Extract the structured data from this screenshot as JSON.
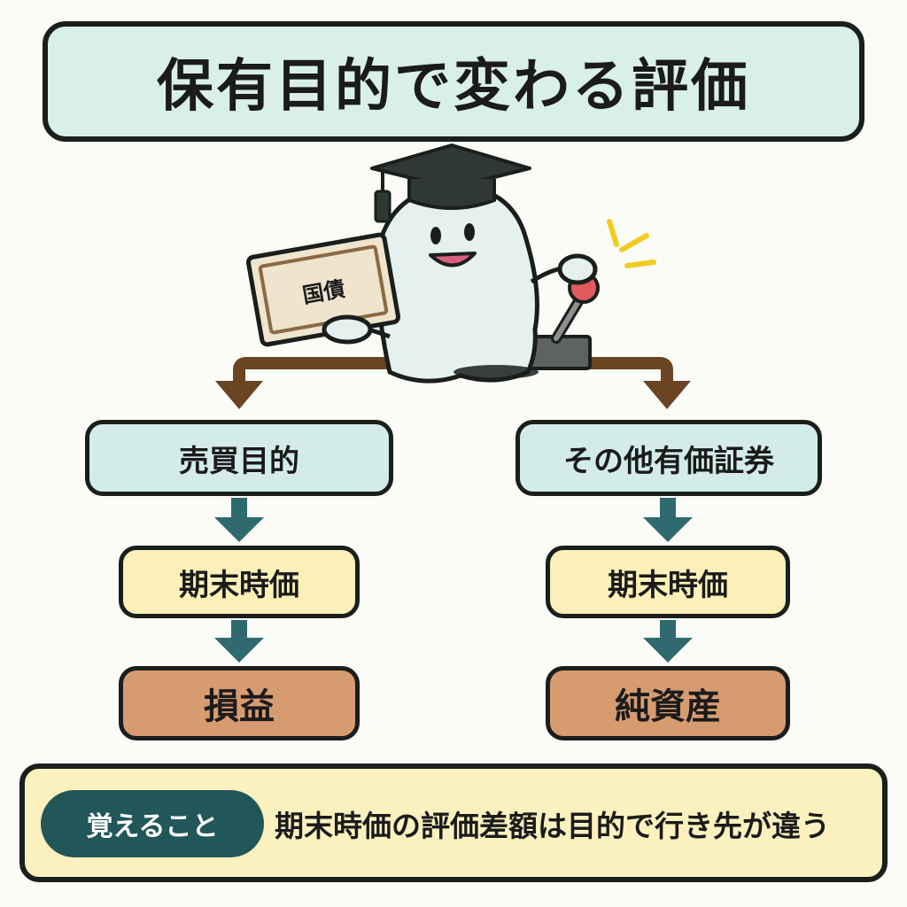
{
  "title": "保有目的で変わる評価",
  "illustration": {
    "bond_label": "国債",
    "character": "ghost-mascot-with-graduation-cap",
    "icons": [
      "graduation-cap-icon",
      "bond-certificate-icon",
      "lever-switch-icon"
    ]
  },
  "branches": [
    {
      "category": "売買目的",
      "valuation": "期末時価",
      "destination": "損益"
    },
    {
      "category": "その他有価証券",
      "valuation": "期末時価",
      "destination": "純資産"
    }
  ],
  "note": {
    "label": "覚えること",
    "text": "期末時価の評価差額は目的で行き先が違う"
  },
  "colors": {
    "title_bg": "#d9efea",
    "category_bg": "#d3ecea",
    "valuation_bg": "#fbf0b8",
    "destination_bg": "#d79b70",
    "note_bg": "#fbf1bf",
    "note_pill": "#22575a",
    "teal_arrow": "#2f6b6e",
    "brown_arrow": "#6b4424"
  }
}
